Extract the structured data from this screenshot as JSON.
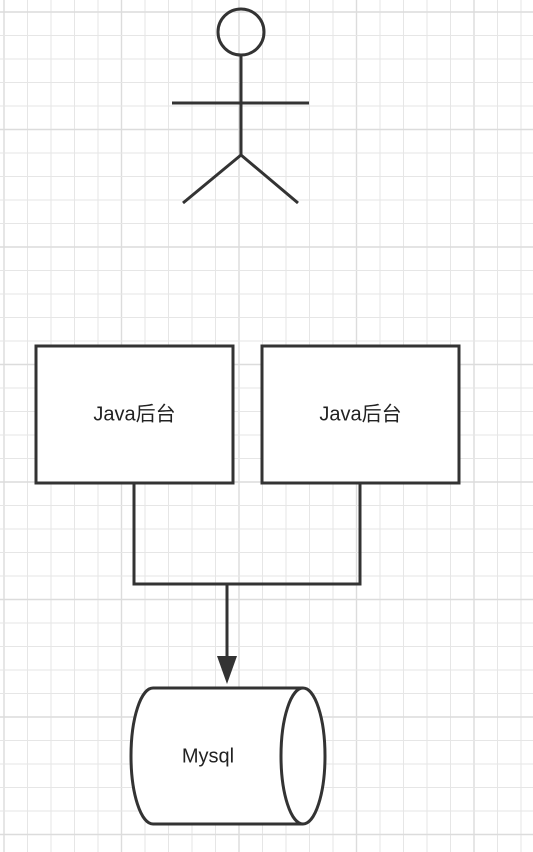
{
  "diagram": {
    "grid_color": "#e6e6e6",
    "grid_major_color": "#dcdcdc",
    "line_color": "#333333",
    "actor": {
      "icon": "stick-figure-user-icon"
    },
    "servers": [
      {
        "label": "Java后台"
      },
      {
        "label": "Java后台"
      }
    ],
    "database": {
      "label": "Mysql",
      "icon": "database-cylinder-icon"
    }
  }
}
